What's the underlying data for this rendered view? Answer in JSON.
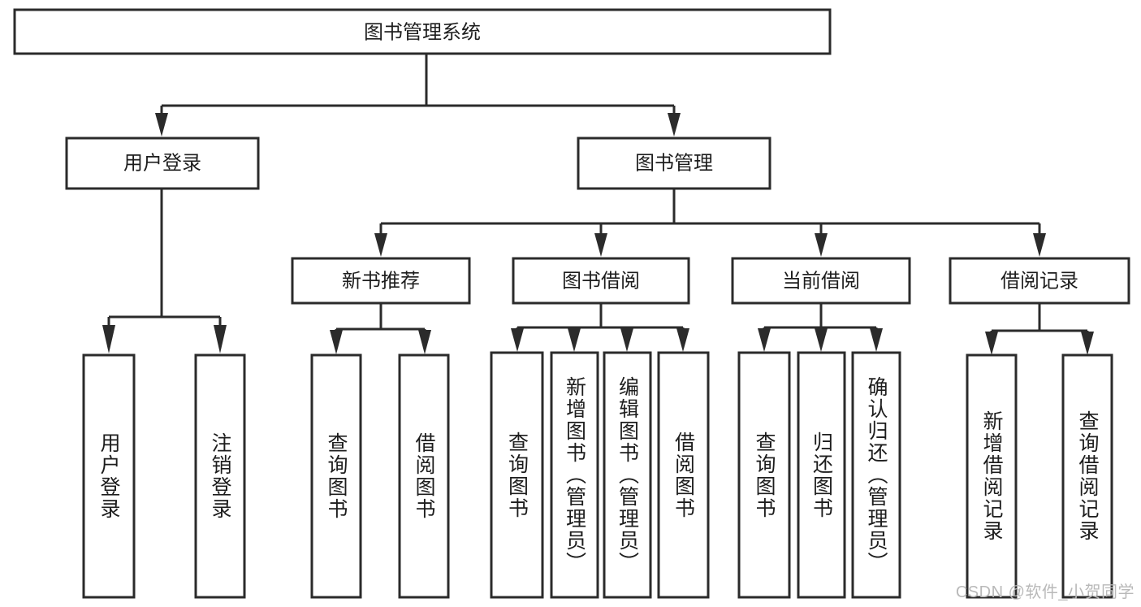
{
  "diagram": {
    "title": "图书管理系统",
    "type": "tree-hierarchy",
    "orientation": "top-down",
    "levels": 4,
    "colors": {
      "stroke": "#2b2b2b",
      "fill": "#ffffff",
      "text": "#1d1d1d",
      "watermark": "#b9b9b9",
      "background": "#ffffff"
    }
  },
  "root": {
    "label": "图书管理系统"
  },
  "level2": [
    {
      "label": "用户登录"
    },
    {
      "label": "图书管理"
    }
  ],
  "level3": [
    {
      "label": "新书推荐"
    },
    {
      "label": "图书借阅"
    },
    {
      "label": "当前借阅"
    },
    {
      "label": "借阅记录"
    }
  ],
  "leaves": {
    "user_login": [
      {
        "label": "用户登录"
      },
      {
        "label": "注销登录"
      }
    ],
    "new_book_recommend": [
      {
        "label": "查询图书"
      },
      {
        "label": "借阅图书"
      }
    ],
    "book_borrow": [
      {
        "label": "查询图书"
      },
      {
        "label": "新增图书（管理员）"
      },
      {
        "label": "编辑图书（管理员）"
      },
      {
        "label": "借阅图书"
      }
    ],
    "current_borrow": [
      {
        "label": "查询图书"
      },
      {
        "label": "归还图书"
      },
      {
        "label": "确认归还（管理员）"
      }
    ],
    "borrow_record": [
      {
        "label": "新增借阅记录"
      },
      {
        "label": "查询借阅记录"
      }
    ]
  },
  "watermark": {
    "text": "CSDN @软件_小贺同学"
  }
}
